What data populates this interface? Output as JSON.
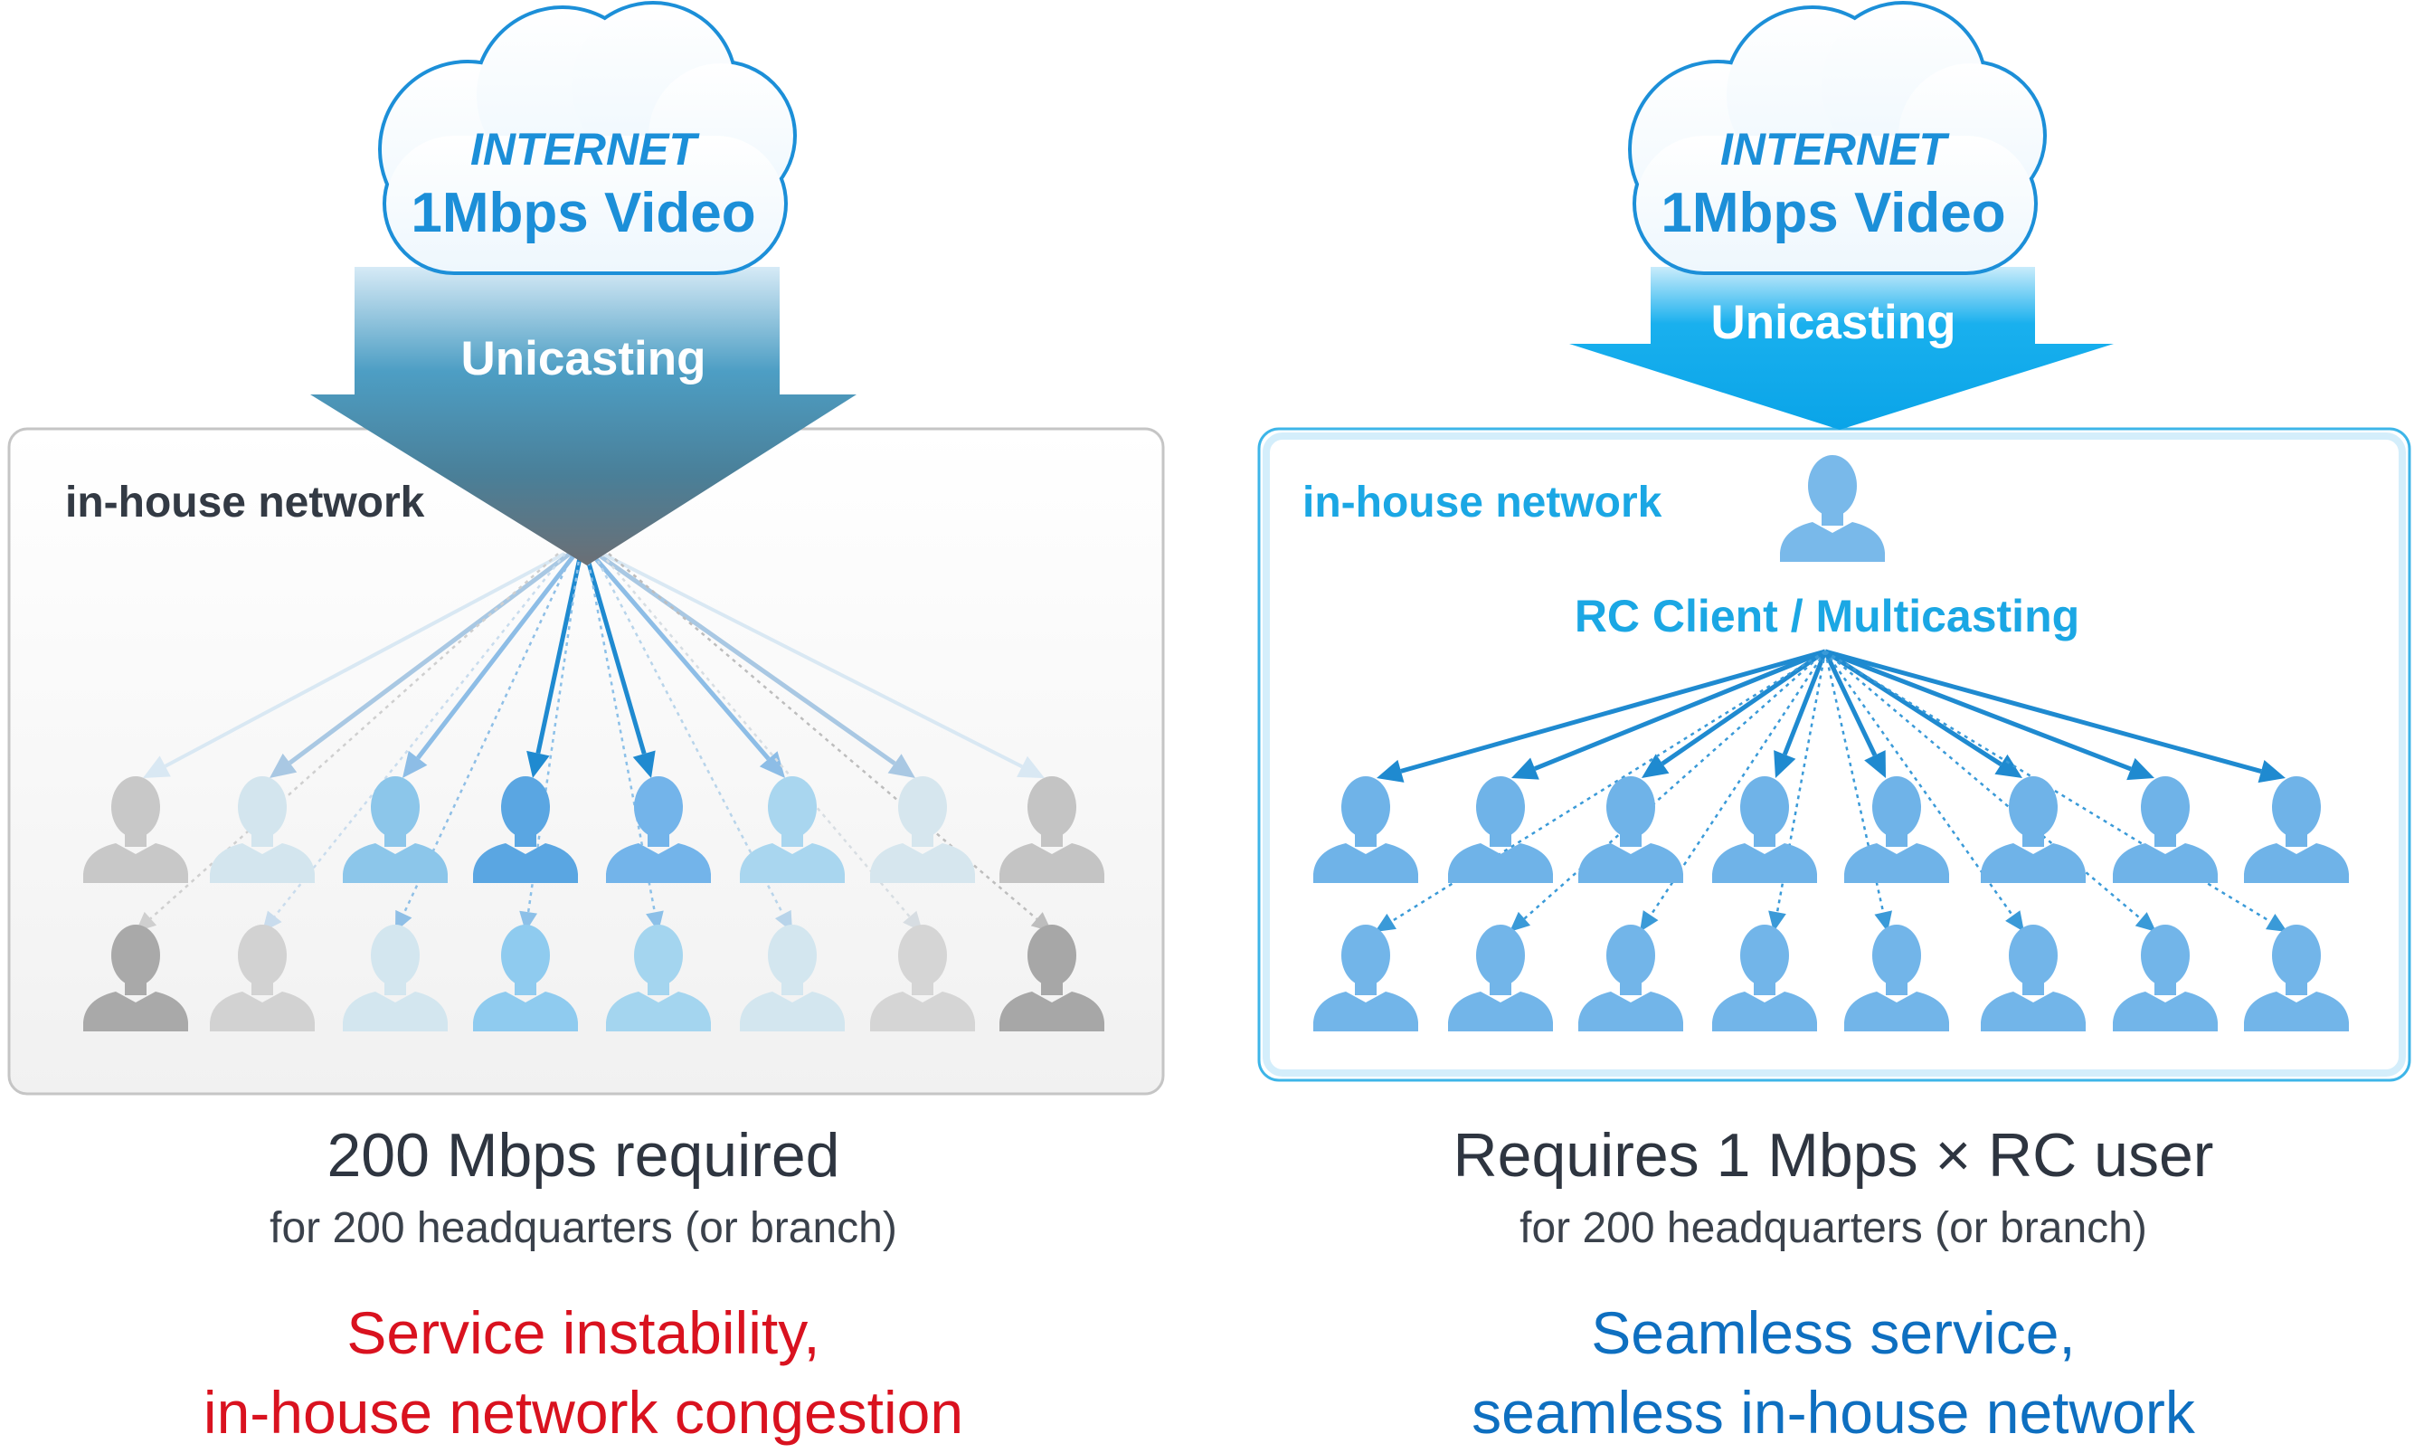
{
  "left_panel": {
    "cloud_line1": "INTERNET",
    "cloud_line2": "1Mbps Video",
    "arrow_label": "Unicasting",
    "network_label": "in-house network",
    "requirement_main": "200 Mbps required",
    "requirement_sub": "for 200 headquarters (or branch)",
    "outcome_line1": "Service instability,",
    "outcome_line2": "in-house network congestion"
  },
  "right_panel": {
    "cloud_line1": "INTERNET",
    "cloud_line2": "1Mbps Video",
    "arrow_label": "Unicasting",
    "network_label": "in-house network",
    "client_label": "RC Client / Multicasting",
    "requirement_main": "Requires 1 Mbps × RC user",
    "requirement_sub": "for 200 headquarters (or branch)",
    "outcome_line1": "Seamless service,",
    "outcome_line2": "seamless in-house network"
  },
  "colors": {
    "accent_blue": "#1ba7e4",
    "dark_blue": "#0e6fc0",
    "warning_red": "#d9121f",
    "user_gray": "#bdbdbd",
    "user_blue": "#6fb3e8"
  },
  "icons": [
    "cloud-icon",
    "arrow-down-icon",
    "user-icon"
  ]
}
